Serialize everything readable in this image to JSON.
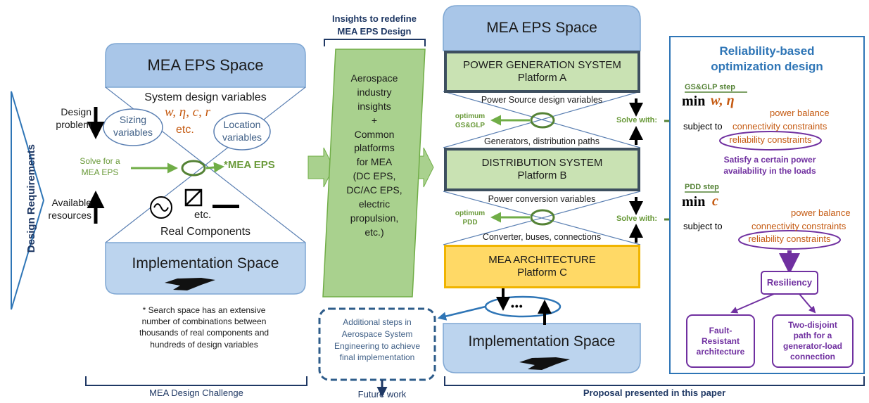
{
  "left_panel": {
    "side_label": "Design Requirements",
    "top_space_title": "MEA EPS Space",
    "system_design_variables": "System design variables",
    "variable_symbols": "w, η, c, r",
    "variable_etc": "etc.",
    "sizing_variables": [
      "Sizing",
      "variables"
    ],
    "location_variables": [
      "Location",
      "variables"
    ],
    "design_problem": [
      "Design",
      "problem"
    ],
    "solve_for": [
      "Solve for a",
      "MEA EPS"
    ],
    "mea_eps_marker": "*MEA EPS",
    "available_resources": [
      "Available",
      "resources"
    ],
    "component_etc": "etc.",
    "real_components": "Real Components",
    "bottom_space_title": "Implementation Space",
    "footnote": [
      "* Search space has an extensive",
      "number of combinations between",
      "thousands of real components and",
      "hundreds of design variables"
    ],
    "bracket_label": "MEA Design Challenge"
  },
  "middle_panel": {
    "insights_title": [
      "Insights to redefine",
      "MEA EPS Design"
    ],
    "parallelogram_text": [
      "Aerospace",
      "industry",
      "insights",
      "+",
      "Common",
      "platforms",
      "for MEA",
      "(DC EPS,",
      "DC/AC EPS,",
      "electric",
      "propulsion,",
      "etc.)"
    ],
    "additional_steps": [
      "Additional steps in",
      "Aerospace System",
      "Engineering to achieve",
      "final implementation"
    ],
    "future_work": "Future work"
  },
  "proposal_panel": {
    "top_space_title": "MEA EPS Space",
    "platform_a": [
      "POWER GENERATION SYSTEM",
      "Platform A"
    ],
    "power_source_vars": "Power Source design variables",
    "optimum_gs_glp": [
      "optimum",
      "GS&GLP"
    ],
    "solve_with_1": "Solve with:",
    "generators_paths": "Generators, distribution paths",
    "platform_b": [
      "DISTRIBUTION SYSTEM",
      "Platform B"
    ],
    "power_conversion_vars": "Power conversion variables",
    "optimum_pdd": [
      "optimum",
      "PDD"
    ],
    "solve_with_2": "Solve with:",
    "converter_buses": "Converter, buses, connections",
    "platform_c": [
      "MEA ARCHITECTURE",
      "Platform C"
    ],
    "dots": "•••",
    "bottom_space_title": "Implementation Space",
    "bracket_label": "Proposal presented in this paper"
  },
  "reliability_panel": {
    "title": [
      "Reliability-based",
      "optimization design"
    ],
    "step1_label": "GS&GLP step",
    "step1_min": "min",
    "step1_vars": "w, η",
    "subject_to_1": "subject to",
    "power_balance_1": "power balance",
    "connectivity_1": "connectivity constraints",
    "reliability_1": "reliability constraints",
    "satisfy": [
      "Satisfy a certain power",
      "availability in the loads"
    ],
    "step2_label": "PDD step",
    "step2_min": "min",
    "step2_var": "c",
    "subject_to_2": "subject to",
    "power_balance_2": "power balance",
    "connectivity_2": "connectivity constraints",
    "reliability_2": "reliability constraints",
    "resiliency": "Resiliency",
    "fault_resistant": [
      "Fault-",
      "Resistant",
      "architecture"
    ],
    "two_disjoint": [
      "Two-disjoint",
      "path for a",
      "generator-load",
      "connection"
    ]
  },
  "colors": {
    "space_blue": "#a9c6e8",
    "space_blue_dark": "#7fa7d3",
    "platform_green": "#c9e2b3",
    "platform_border": "#3d4f5f",
    "platform_c_fill": "#ffd966",
    "arrow_green": "#70ad47",
    "navy": "#1f3864",
    "purple": "#7030a0",
    "orange": "#c55a11",
    "frame_blue": "#2e75b6"
  }
}
